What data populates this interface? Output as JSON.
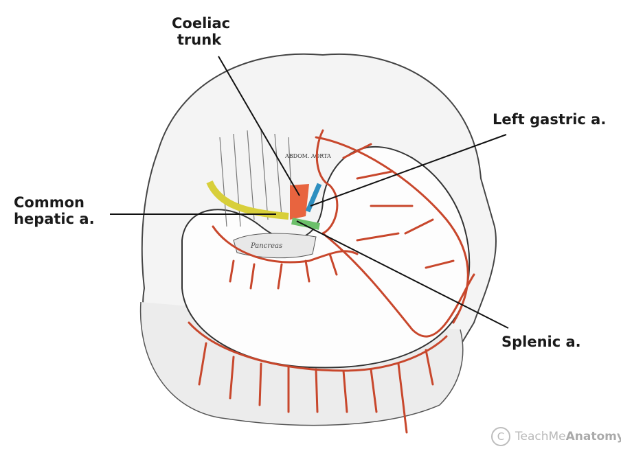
{
  "labels": {
    "coeliac_trunk": [
      "Coeliac",
      "trunk"
    ],
    "left_gastric": "Left gastric a.",
    "common_hepatic": [
      "Common",
      "hepatic a."
    ],
    "splenic": "Splenic a."
  },
  "illustration_text": {
    "aorta": "ABDOM. AORTA",
    "pancreas": "Pancreas"
  },
  "watermark": {
    "symbol": "C",
    "text_light": "TeachMe",
    "text_bold": "Anatomy"
  },
  "colors": {
    "artery": "#c8472c",
    "coeliac_trunk": "#e8643f",
    "left_gastric": "#2e8fc0",
    "common_hepatic": "#d8cf3a",
    "splenic": "#6cc06a",
    "leader_line": "#111111"
  }
}
